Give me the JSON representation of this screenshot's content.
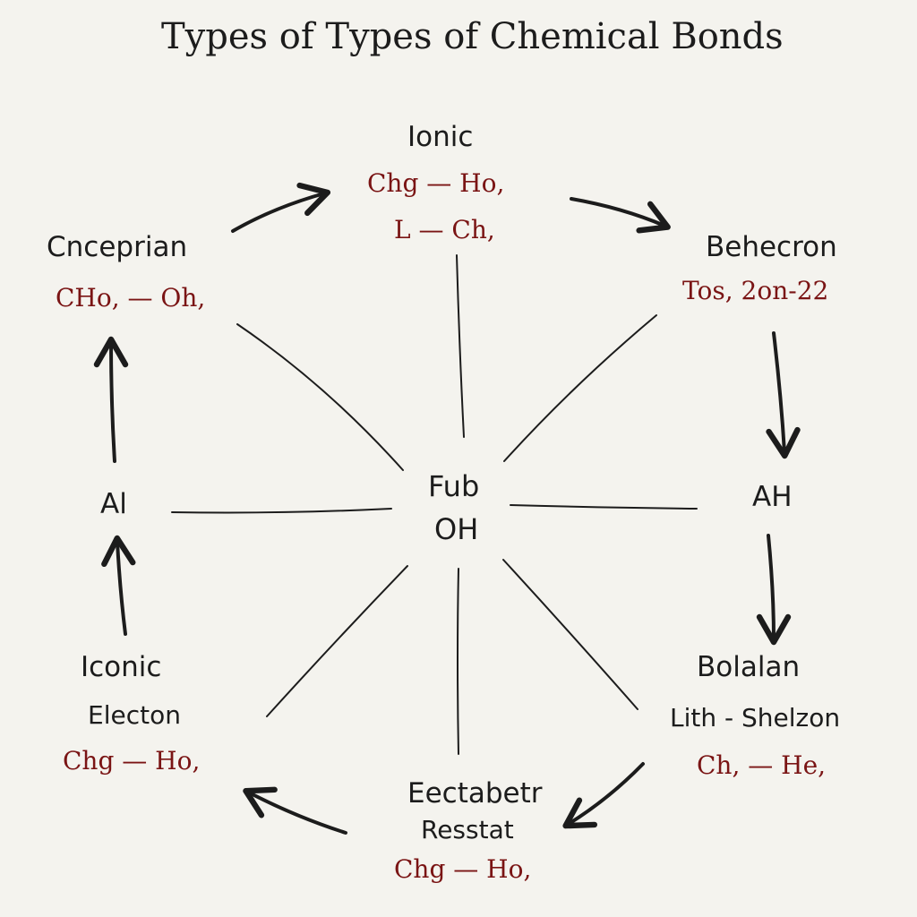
{
  "title": "Types of Types of Chemical Bonds",
  "colors": {
    "ink": "#1c1c1c",
    "formula": "#7a1414",
    "paper": "#f4f3ee"
  },
  "center": {
    "line1": "Fub",
    "line2": "OH"
  },
  "nodes": {
    "top": {
      "label": "Ionic",
      "formula1": "Chg — Ho,",
      "formula2": "L — Ch,"
    },
    "upper_right": {
      "label": "Behecron",
      "formula": "Tos, 2on-22"
    },
    "right": {
      "label": "AH"
    },
    "lower_right": {
      "label": "Bolalan",
      "sublabel": "Lith - Shelzon",
      "formula": "Ch, — He,"
    },
    "bottom": {
      "label": "Eectabetr",
      "sublabel": "Resstat",
      "formula": "Chg — Ho,"
    },
    "lower_left": {
      "label": "Iconic",
      "sublabel": "Electon",
      "formula": "Chg — Ho,"
    },
    "left": {
      "label": "Al"
    },
    "upper_left": {
      "label": "Cnceprian",
      "formula": "CHo, — Oh,"
    }
  }
}
